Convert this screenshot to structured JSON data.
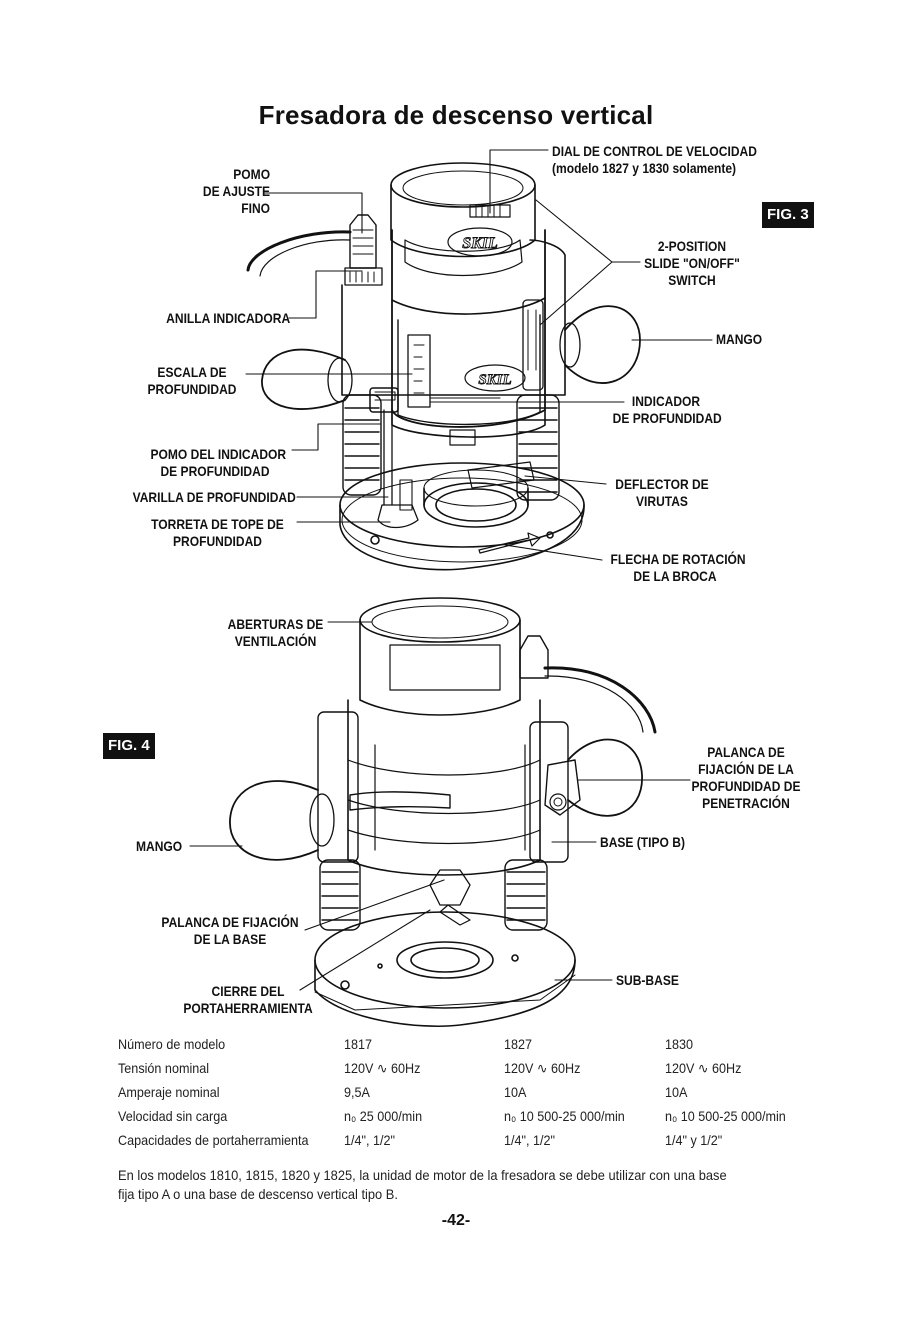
{
  "title": "Fresadora de descenso vertical",
  "fig3": {
    "badge": "FIG. 3",
    "labels": {
      "pomo": [
        "POMO",
        "DE AJUSTE",
        "FINO"
      ],
      "dial": "DIAL DE CONTROL DE VELOCIDAD",
      "dial_note": "(modelo 1827 y 1830 solamente)",
      "switch": [
        "2-POSITION",
        "SLIDE \"ON/OFF\"",
        "SWITCH"
      ],
      "anilla": "ANILLA INDICADORA",
      "mango": "MANGO",
      "escala": [
        "ESCALA DE",
        "PROFUNDIDAD"
      ],
      "indicador": [
        "INDICADOR",
        "DE PROFUNDIDAD"
      ],
      "pomo_indicador": [
        "POMO DEL INDICADOR",
        "DE PROFUNDIDAD"
      ],
      "varilla": "VARILLA DE PROFUNDIDAD",
      "torreta": [
        "TORRETA DE TOPE DE",
        "PROFUNDIDAD"
      ],
      "deflector": [
        "DEFLECTOR DE",
        "VIRUTAS"
      ],
      "flecha": [
        "FLECHA DE ROTACIÓN",
        "DE LA BROCA"
      ],
      "brand": "SKIL"
    }
  },
  "fig4": {
    "badge": "FIG. 4",
    "labels": {
      "aberturas": [
        "ABERTURAS DE",
        "VENTILACIÓN"
      ],
      "palanca_prof": [
        "PALANCA DE",
        "FIJACIÓN DE LA",
        "PROFUNDIDAD DE",
        "PENETRACIÓN"
      ],
      "mango": "MANGO",
      "base": "BASE (TIPO B)",
      "palanca_base": [
        "PALANCA DE FIJACIÓN",
        "DE LA BASE"
      ],
      "sub_base": "SUB-BASE",
      "cierre": [
        "CIERRE DEL",
        "PORTAHERRAMIENTA"
      ]
    }
  },
  "specs": {
    "rows": [
      [
        "Número de modelo",
        "1817",
        "1827",
        "1830"
      ],
      [
        "Tensión nominal",
        "120V ∿ 60Hz",
        "120V ∿ 60Hz",
        "120V ∿ 60Hz"
      ],
      [
        "Amperaje nominal",
        "9,5A",
        "10A",
        "10A"
      ],
      [
        "Velocidad sin carga",
        "n₀ 25 000/min",
        "n₀ 10 500-25 000/min",
        "n₀ 10 500-25 000/min"
      ],
      [
        "Capacidades de portaherramienta",
        "1/4\", 1/2\"",
        "1/4\", 1/2\"",
        "1/4\" y 1/2\""
      ]
    ]
  },
  "note": "En los modelos 1810, 1815, 1820 y 1825, la unidad de motor de la fresadora se debe utilizar con una base fija tipo A o una base de descenso vertical tipo B.",
  "page_number": "-42-"
}
